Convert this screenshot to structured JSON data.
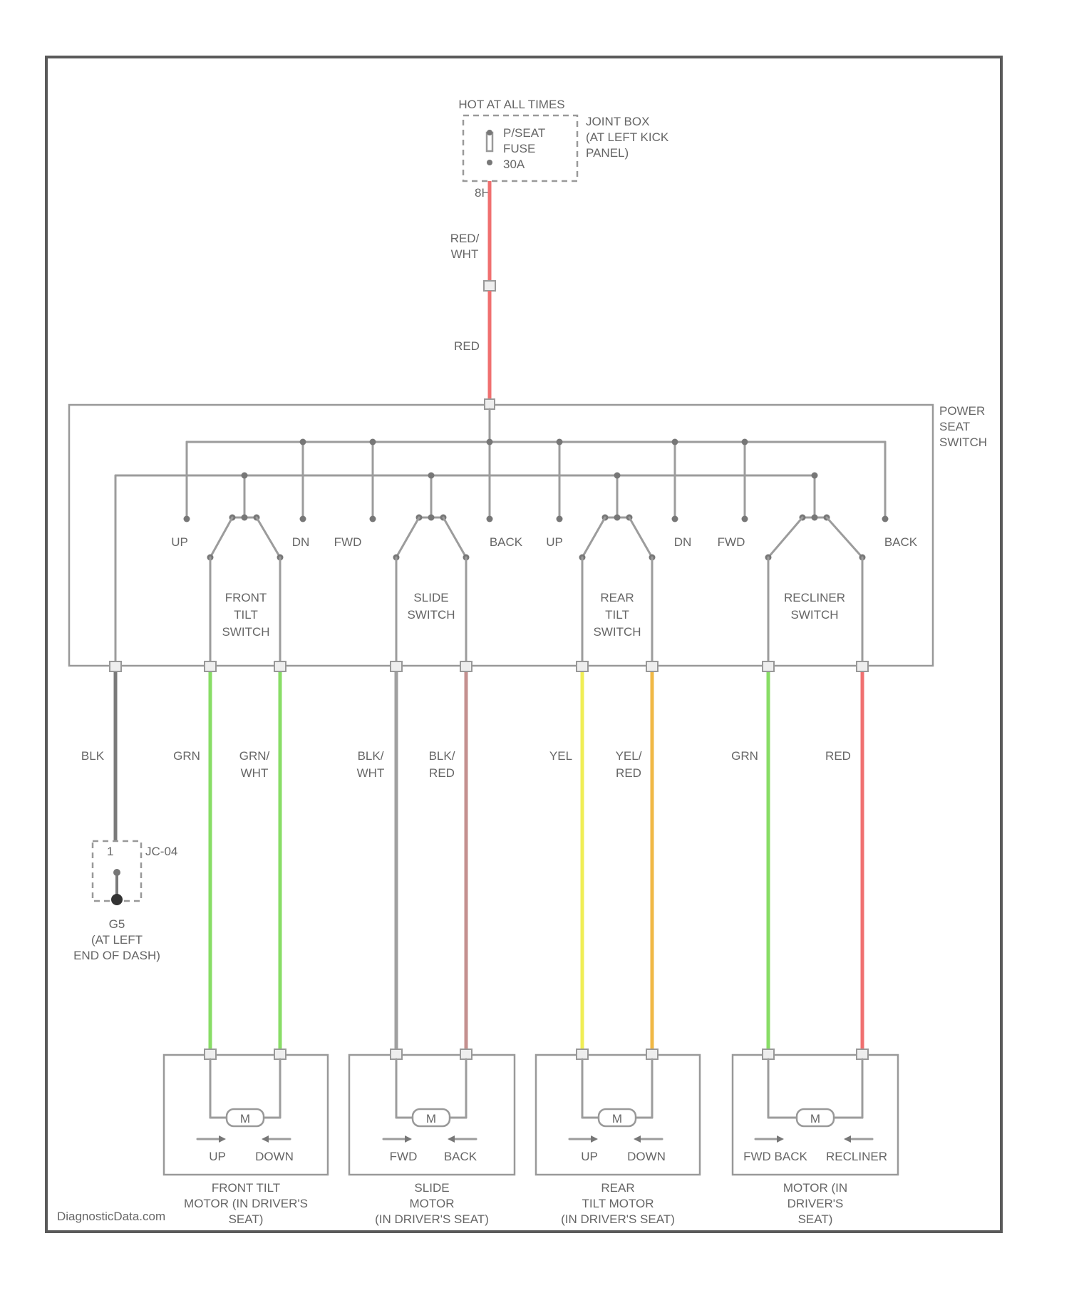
{
  "colors": {
    "frame": "#5a5a5a",
    "line": "#9c9c9c",
    "text": "#666666",
    "red": "#f07070",
    "green": "#88dd66",
    "yellow": "#f0ee55",
    "orange": "#f0b845",
    "brown": "#c4908f",
    "black_wire": "#7a7a7a",
    "gray_wire": "#a0a0a0"
  },
  "power": {
    "hot_label": "HOT AT ALL TIMES",
    "fuse_lines": [
      "P/SEAT",
      "FUSE",
      "30A"
    ],
    "joint_box_lines": [
      "JOINT BOX",
      "(AT LEFT KICK",
      "PANEL)"
    ],
    "pin_label": "8H",
    "wire_top_lines": [
      "RED/",
      "WHT"
    ],
    "wire_bottom_label": "RED"
  },
  "power_seat_switch_lines": [
    "POWER",
    "SEAT",
    "SWITCH"
  ],
  "contact_labels": [
    "UP",
    "DN",
    "FWD",
    "BACK",
    "UP",
    "DN",
    "FWD",
    "BACK"
  ],
  "switch_names": [
    [
      "FRONT",
      "TILT",
      "SWITCH"
    ],
    [
      "SLIDE",
      "SWITCH"
    ],
    [
      "REAR",
      "TILT",
      "SWITCH"
    ],
    [
      "RECLINER",
      "SWITCH"
    ]
  ],
  "wires": [
    {
      "label_lines": [
        "BLK"
      ],
      "color": "#7a7a7a"
    },
    {
      "label_lines": [
        "GRN"
      ],
      "color": "#88dd66"
    },
    {
      "label_lines": [
        "GRN/",
        "WHT"
      ],
      "color": "#88dd66"
    },
    {
      "label_lines": [
        "BLK/",
        "WHT"
      ],
      "color": "#a0a0a0"
    },
    {
      "label_lines": [
        "BLK/",
        "RED"
      ],
      "color": "#c4908f"
    },
    {
      "label_lines": [
        "YEL"
      ],
      "color": "#f0ee55"
    },
    {
      "label_lines": [
        "YEL/",
        "RED"
      ],
      "color": "#f0b845"
    },
    {
      "label_lines": [
        "GRN"
      ],
      "color": "#88dd66"
    },
    {
      "label_lines": [
        "RED"
      ],
      "color": "#f07070"
    }
  ],
  "ground": {
    "connector_label": "JC-04",
    "pin_label": "1",
    "name_lines": [
      "G5",
      "(AT LEFT",
      "END OF DASH)"
    ]
  },
  "motors": [
    {
      "dir_labels": [
        "UP",
        "DOWN"
      ],
      "name_lines": [
        "FRONT TILT",
        "MOTOR (IN DRIVER'S",
        "SEAT)"
      ]
    },
    {
      "dir_labels": [
        "FWD",
        "BACK"
      ],
      "name_lines": [
        "SLIDE",
        "MOTOR",
        "(IN DRIVER'S SEAT)"
      ]
    },
    {
      "dir_labels": [
        "UP",
        "DOWN"
      ],
      "name_lines": [
        "REAR",
        "TILT MOTOR",
        "(IN DRIVER'S SEAT)"
      ]
    },
    {
      "dir_labels": [
        "FWD BACK",
        "RECLINER"
      ],
      "name_lines": [
        "MOTOR (IN",
        "DRIVER'S",
        "SEAT)"
      ]
    }
  ],
  "motor_symbol": "M",
  "watermark": "DiagnosticData.com"
}
